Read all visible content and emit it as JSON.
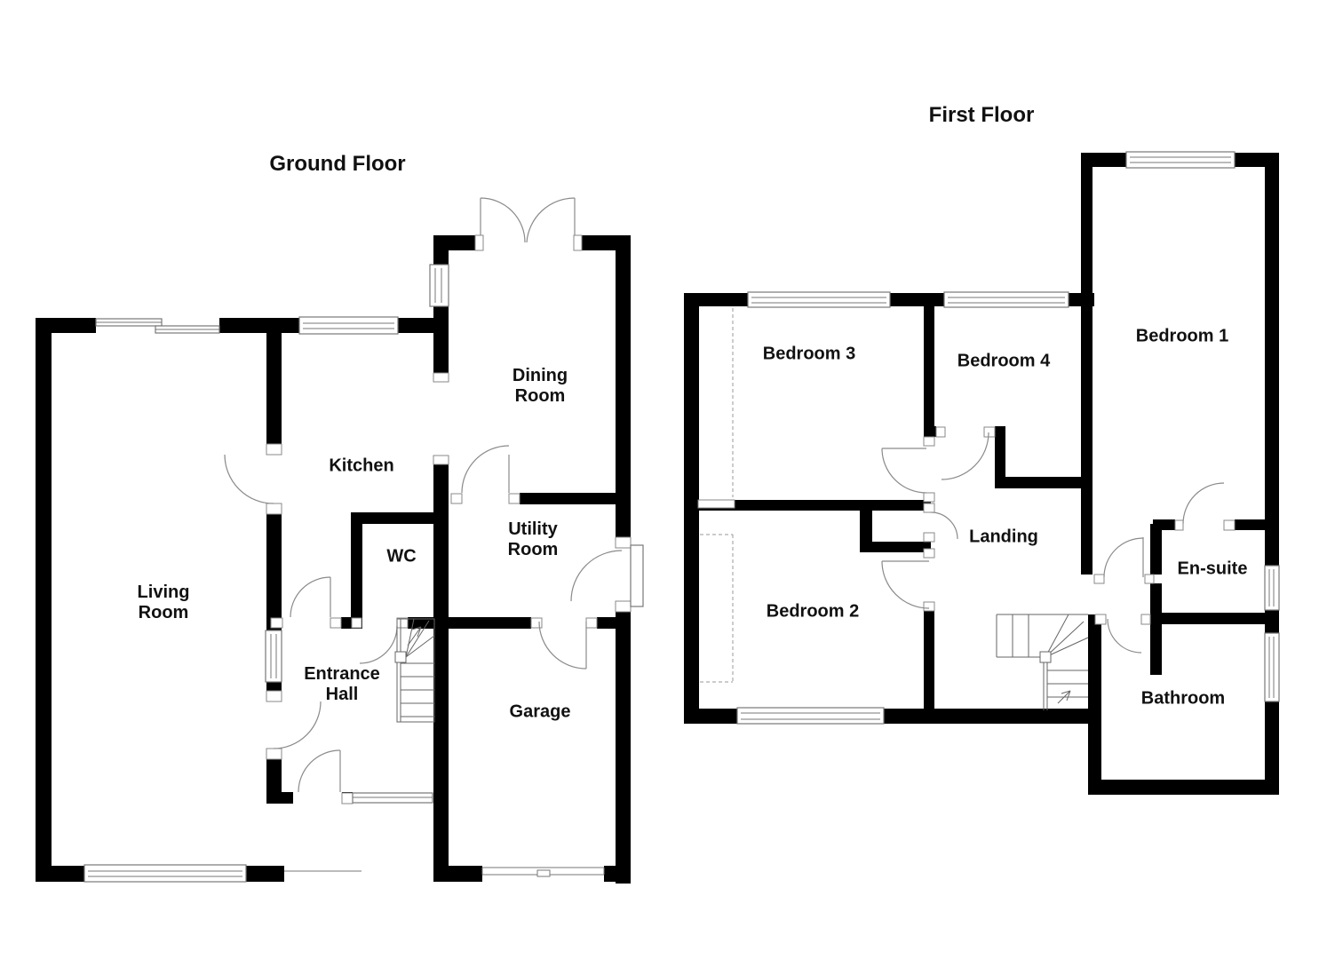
{
  "ground_floor": {
    "title": "Ground Floor",
    "rooms": {
      "living_room": [
        "Living",
        "Room"
      ],
      "kitchen": [
        "Kitchen"
      ],
      "dining_room": [
        "Dining",
        "Room"
      ],
      "wc": [
        "WC"
      ],
      "utility_room": [
        "Utility",
        "Room"
      ],
      "entrance_hall": [
        "Entrance",
        "Hall"
      ],
      "garage": [
        "Garage"
      ]
    }
  },
  "first_floor": {
    "title": "First Floor",
    "rooms": {
      "bedroom_1": [
        "Bedroom 1"
      ],
      "bedroom_2": [
        "Bedroom 2"
      ],
      "bedroom_3": [
        "Bedroom 3"
      ],
      "bedroom_4": [
        "Bedroom 4"
      ],
      "landing": [
        "Landing"
      ],
      "en_suite": [
        "En-suite"
      ],
      "bathroom": [
        "Bathroom"
      ]
    }
  },
  "colors": {
    "wall": "#000000",
    "detail_line": "#808080",
    "label": "#111111",
    "background": "#ffffff"
  }
}
